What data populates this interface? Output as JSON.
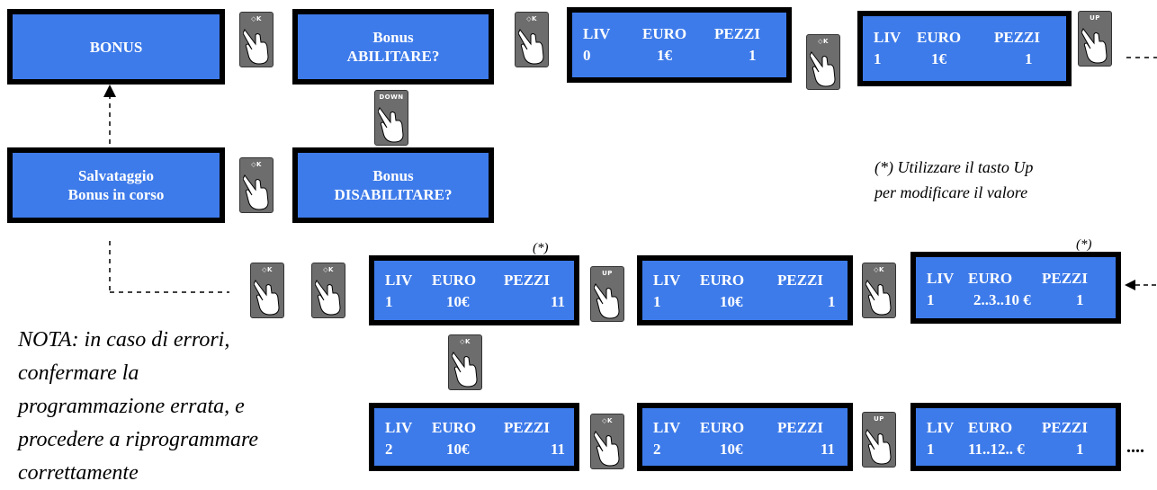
{
  "keys": {
    "ok": "◇K",
    "up": "UP",
    "down": "DOWN"
  },
  "screens": {
    "bonus": {
      "line1": "BONUS"
    },
    "abilitare": {
      "line1": "Bonus",
      "line2": "ABILITARE?"
    },
    "disabilitare": {
      "line1": "Bonus",
      "line2": "DISABILITARE?"
    },
    "salvataggio": {
      "line1": "Salvataggio",
      "line2": "Bonus in corso"
    },
    "s1": {
      "h1": "LIV",
      "h2": "EURO",
      "h3": "PEZZI",
      "v1": "0",
      "v2": "1€",
      "v3": "1"
    },
    "s2": {
      "h1": "LIV",
      "h2": "EURO",
      "h3": "PEZZI",
      "v1": "1",
      "v2": "1€",
      "v3": "1"
    },
    "s3": {
      "h1": "LIV",
      "h2": "EURO",
      "h3": "PEZZI",
      "v1": "1",
      "v2": "10€",
      "v3": "11"
    },
    "s4": {
      "h1": "LIV",
      "h2": "EURO",
      "h3": "PEZZI",
      "v1": "1",
      "v2": "10€",
      "v3": "1"
    },
    "s5": {
      "h1": "LIV",
      "h2": "EURO",
      "h3": "PEZZI",
      "v1": "1",
      "v2": "2..3..10 €",
      "v3": "1"
    },
    "s6": {
      "h1": "LIV",
      "h2": "EURO",
      "h3": "PEZZI",
      "v1": "2",
      "v2": "10€",
      "v3": "11"
    },
    "s7": {
      "h1": "LIV",
      "h2": "EURO",
      "h3": "PEZZI",
      "v1": "2",
      "v2": "10€",
      "v3": "11"
    },
    "s8": {
      "h1": "LIV",
      "h2": "EURO",
      "h3": "PEZZI",
      "v1": "1",
      "v2": "11..12.. €",
      "v3": "1"
    }
  },
  "asterisk": "(*)",
  "hint": {
    "line1": "(*) Utilizzare il tasto Up",
    "line2": "per modificare il valore"
  },
  "nota": {
    "line1": "NOTA: in caso di errori,",
    "line2": "confermare la",
    "line3": "programmazione errata, e",
    "line4": "procedere a riprogrammare",
    "line5": "correttamente"
  },
  "ellipsis": "...."
}
